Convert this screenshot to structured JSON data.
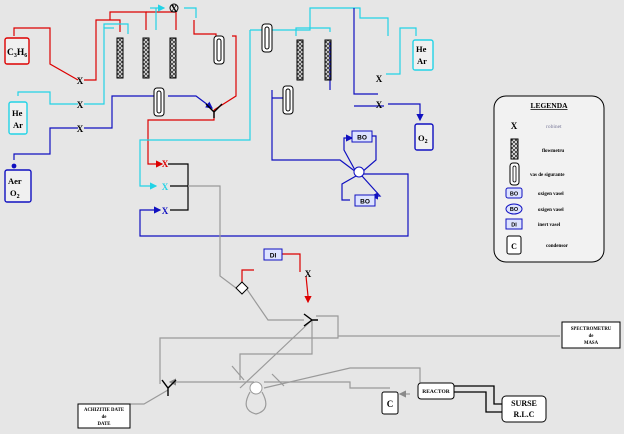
{
  "colors": {
    "background": "#e6e6e6",
    "hydrocarbon_line": "#dd0000",
    "inert_line": "#22d3e6",
    "oxidant_line": "#1010c0",
    "analysis_line": "#9a9a9a",
    "power_line": "#000000"
  },
  "gases": {
    "c3h6": {
      "label_c": "C",
      "sub_3": "3",
      "label_h": "H",
      "sub_6": "6"
    },
    "he_ar_left": {
      "line1": "He",
      "line2": "Ar"
    },
    "aer_o2": {
      "line1": "Aer",
      "line2": "O",
      "sub": "2"
    },
    "he_ar_right": {
      "line1": "He",
      "line2": "Ar"
    },
    "o2_right": {
      "line1": "O",
      "sub": "2"
    }
  },
  "blocks": {
    "bo_top": "BO",
    "bo_bottom": "BO",
    "di": "DI",
    "spectrometer": {
      "line1": "SPECTROMETRU",
      "line2": "de",
      "line3": "MASA"
    },
    "reactor": "REACTOR",
    "power_supply": {
      "line1": "SURSE",
      "line2": "R.L.C"
    },
    "condenser": "C",
    "acquisition": {
      "line1": "ACHIZITIE DATE",
      "line2": "de",
      "line3": "DATE"
    }
  },
  "legend": {
    "title": "LEGENDA",
    "items": [
      {
        "symbol": "X",
        "text": "robinet"
      },
      {
        "symbol": "flowmeter-icon",
        "text": "flowmetru"
      },
      {
        "symbol": "desiccant-icon",
        "text": "vas de sigurante"
      },
      {
        "symbol": "BO",
        "text": "oxigen vasel"
      },
      {
        "symbol": "BO",
        "text": "oxigen vasel"
      },
      {
        "symbol": "DI",
        "text": "inert vasel"
      },
      {
        "symbol": "C",
        "text": "condensor"
      }
    ]
  },
  "valve_symbol": "X"
}
